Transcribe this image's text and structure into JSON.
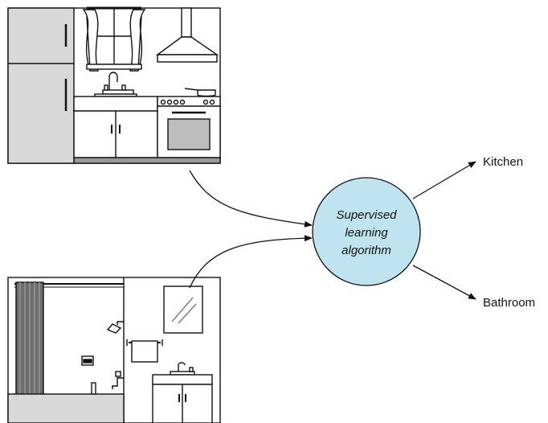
{
  "diagram": {
    "center_node": {
      "lines": [
        "Supervised",
        "learning",
        "algorithm"
      ],
      "fill_color": "#bfe4ef"
    },
    "outputs": {
      "kitchen_label": "Kitchen",
      "bathroom_label": "Bathroom"
    },
    "inputs": [
      {
        "name": "kitchen-image"
      },
      {
        "name": "bathroom-image"
      }
    ],
    "colors": {
      "stroke": "#111111",
      "gray": "#bdbdbd",
      "dark_gray": "#6e6e6e"
    }
  }
}
